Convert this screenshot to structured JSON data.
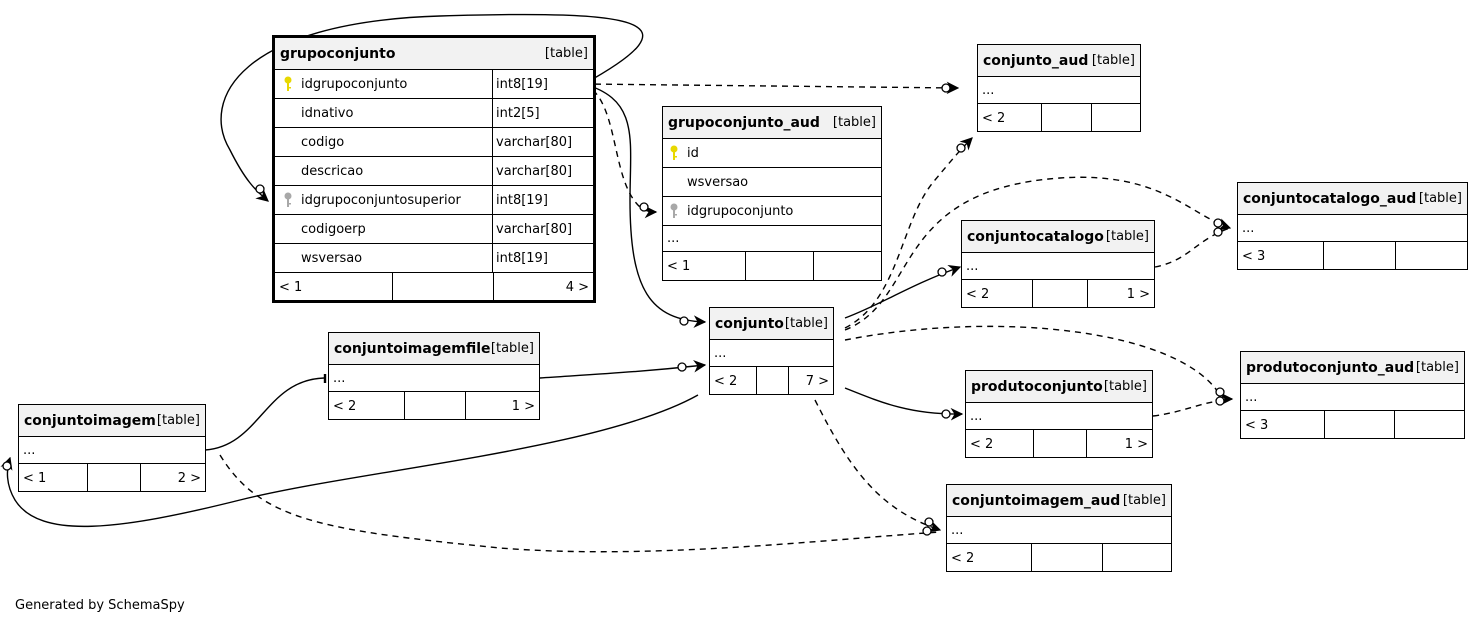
{
  "tag": "[table]",
  "tables": {
    "grupoconjunto": {
      "name": "grupoconjunto",
      "columns": [
        {
          "name": "idgrupoconjunto",
          "type": "int8[19]",
          "key": "primary"
        },
        {
          "name": "idnativo",
          "type": "int2[5]",
          "key": ""
        },
        {
          "name": "codigo",
          "type": "varchar[80]",
          "key": ""
        },
        {
          "name": "descricao",
          "type": "varchar[80]",
          "key": ""
        },
        {
          "name": "idgrupoconjuntosuperior",
          "type": "int8[19]",
          "key": "foreign"
        },
        {
          "name": "codigoerp",
          "type": "varchar[80]",
          "key": ""
        },
        {
          "name": "wsversao",
          "type": "int8[19]",
          "key": ""
        }
      ],
      "footer": [
        "< 1",
        "",
        "4 >"
      ]
    },
    "grupoconjunto_aud": {
      "name": "grupoconjunto_aud",
      "columns": [
        {
          "name": "id",
          "key": "primary"
        },
        {
          "name": "wsversao",
          "key": ""
        },
        {
          "name": "idgrupoconjunto",
          "key": "foreign"
        }
      ],
      "ellipsis": "...",
      "footer": [
        "< 1",
        "",
        ""
      ]
    },
    "conjunto_aud": {
      "name": "conjunto_aud",
      "ellipsis": "...",
      "footer": [
        "< 2",
        "",
        ""
      ]
    },
    "conjuntocatalogo_aud": {
      "name": "conjuntocatalogo_aud",
      "ellipsis": "...",
      "footer": [
        "< 3",
        "",
        ""
      ]
    },
    "conjuntocatalogo": {
      "name": "conjuntocatalogo",
      "ellipsis": "...",
      "footer": [
        "< 2",
        "",
        "1 >"
      ]
    },
    "conjunto": {
      "name": "conjunto",
      "ellipsis": "...",
      "footer": [
        "< 2",
        "",
        "7 >"
      ]
    },
    "conjuntoimagemfile": {
      "name": "conjuntoimagemfile",
      "ellipsis": "...",
      "footer": [
        "< 2",
        "",
        "1 >"
      ]
    },
    "produtoconjunto_aud": {
      "name": "produtoconjunto_aud",
      "ellipsis": "...",
      "footer": [
        "< 3",
        "",
        ""
      ]
    },
    "produtoconjunto": {
      "name": "produtoconjunto",
      "ellipsis": "...",
      "footer": [
        "< 2",
        "",
        "1 >"
      ]
    },
    "conjuntoimagem": {
      "name": "conjuntoimagem",
      "ellipsis": "...",
      "footer": [
        "< 1",
        "",
        "2 >"
      ]
    },
    "conjuntoimagem_aud": {
      "name": "conjuntoimagem_aud",
      "ellipsis": "...",
      "footer": [
        "< 2",
        "",
        ""
      ]
    }
  },
  "credit": "Generated by SchemaSpy",
  "colors": {
    "primary_key": "#e8d800",
    "foreign_key": "#a8a8a8",
    "header_fill": "#f2f2f2",
    "line": "#000000"
  }
}
